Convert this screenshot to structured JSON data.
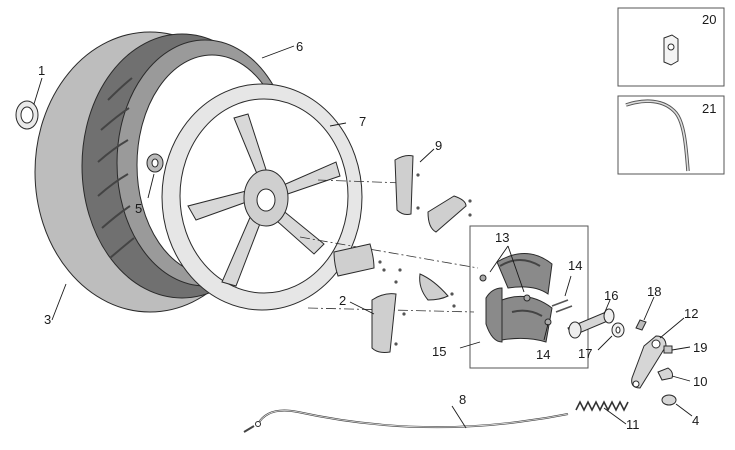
{
  "labels": {
    "p1": "1",
    "p2": "2",
    "p3": "3",
    "p4": "4",
    "p5": "5",
    "p6": "6",
    "p7": "7",
    "p8": "8",
    "p9": "9",
    "p10": "10",
    "p11": "11",
    "p12": "12",
    "p13": "13",
    "p14a": "14",
    "p14b": "14",
    "p15": "15",
    "p16": "16",
    "p17": "17",
    "p18": "18",
    "p19": "19",
    "p20": "20",
    "p21": "21"
  },
  "colors": {
    "tire_tread": "#6e6e6e",
    "tire_side": "#9a9a9a",
    "rim": "#e6e6e6",
    "lining": "#cfcfcf",
    "brake_shoe": "#8a8a8a",
    "line": "#2a2a2a"
  }
}
